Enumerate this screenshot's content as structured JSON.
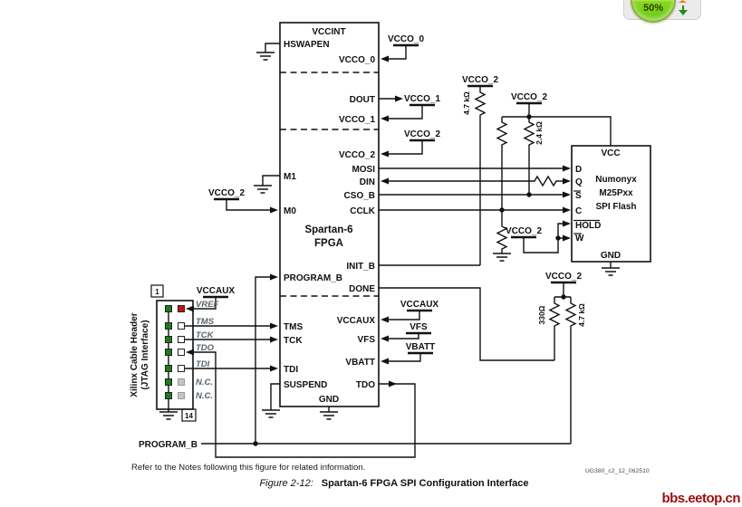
{
  "viewer": {
    "zoom_badge": "50%"
  },
  "watermark": "bbs.eetop.cn",
  "footer": {
    "note": "Refer to the Notes following this figure for related information.",
    "figure_label": "Figure 2-12:",
    "figure_title": "Spartan-6 FPGA SPI Configuration Interface",
    "doc_ref": "UG380_c2_12_062510"
  },
  "fpga": {
    "name_line1": "Spartan-6",
    "name_line2": "FPGA",
    "pins": {
      "vccint": "VCCINT",
      "hswapen": "HSWAPEN",
      "vcco_0": "VCCO_0",
      "dout": "DOUT",
      "vcco_1": "VCCO_1",
      "vcco_2": "VCCO_2",
      "mosi": "MOSI",
      "m1": "M1",
      "din": "DIN",
      "cso_b": "CSO_B",
      "cclk": "CCLK",
      "m0": "M0",
      "init_b": "INIT_B",
      "program_b": "PROGRAM_B",
      "done": "DONE",
      "vccaux": "VCCAUX",
      "tms": "TMS",
      "vfs": "VFS",
      "tck": "TCK",
      "vbatt": "VBATT",
      "tdi": "TDI",
      "suspend": "SUSPEND",
      "tdo": "TDO",
      "gnd": "GND"
    }
  },
  "flash": {
    "name_line1": "Numonyx",
    "name_line2": "M25Pxx",
    "name_line3": "SPI Flash",
    "pins": {
      "vcc": "VCC",
      "d": "D",
      "q": "Q",
      "s": "S",
      "c": "C",
      "hold": "HOLD",
      "w": "W",
      "gnd": "GND"
    }
  },
  "jtag_header": {
    "label_line1": "Xilinx Cable Header",
    "label_line2": "(JTAG Interface)",
    "pin_first": "1",
    "pin_last": "14",
    "supply": "VCCAUX",
    "pins": [
      "VREF",
      "TMS",
      "TCK",
      "TDO",
      "TDI",
      "N.C.",
      "N.C."
    ]
  },
  "rails": {
    "vcco_0": "VCCO_0",
    "vcco_1": "VCCO_1",
    "vcco_2": "VCCO_2",
    "vccaux": "VCCAUX",
    "vfs": "VFS",
    "vbatt": "VBATT"
  },
  "resistors": {
    "r_init_pullup": "4.7 kΩ",
    "r_cso_pullup": "2.4 kΩ",
    "r_done": "330Ω",
    "r_program_pullup": "4.7 kΩ"
  },
  "nets": {
    "program_b": "PROGRAM_B"
  },
  "colors": {
    "line": "#111111",
    "jtag_green_pin": "#1e7a1e",
    "jtag_red_pin": "#cc1111",
    "jtag_nc_pin": "#c4c4c4",
    "watermark": "#9b0d0d",
    "badge_green": "#7fd41f"
  }
}
